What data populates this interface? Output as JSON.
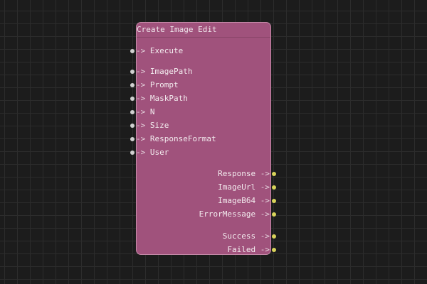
{
  "node": {
    "title": "Create Image Edit",
    "color": "#a0527c",
    "inputs": [
      {
        "label": "Execute",
        "arrow": "->"
      },
      {
        "label": "ImagePath",
        "arrow": "->"
      },
      {
        "label": "Prompt",
        "arrow": "->"
      },
      {
        "label": "MaskPath",
        "arrow": "->"
      },
      {
        "label": "N",
        "arrow": "->"
      },
      {
        "label": "Size",
        "arrow": "->"
      },
      {
        "label": "ResponseFormat",
        "arrow": "->"
      },
      {
        "label": "User",
        "arrow": "->"
      }
    ],
    "outputs": [
      {
        "label": "Response",
        "arrow": "->"
      },
      {
        "label": "ImageUrl",
        "arrow": "->"
      },
      {
        "label": "ImageB64",
        "arrow": "->"
      },
      {
        "label": "ErrorMessage",
        "arrow": "->"
      },
      {
        "label": "Success",
        "arrow": "->"
      },
      {
        "label": "Failed",
        "arrow": "->"
      }
    ]
  }
}
